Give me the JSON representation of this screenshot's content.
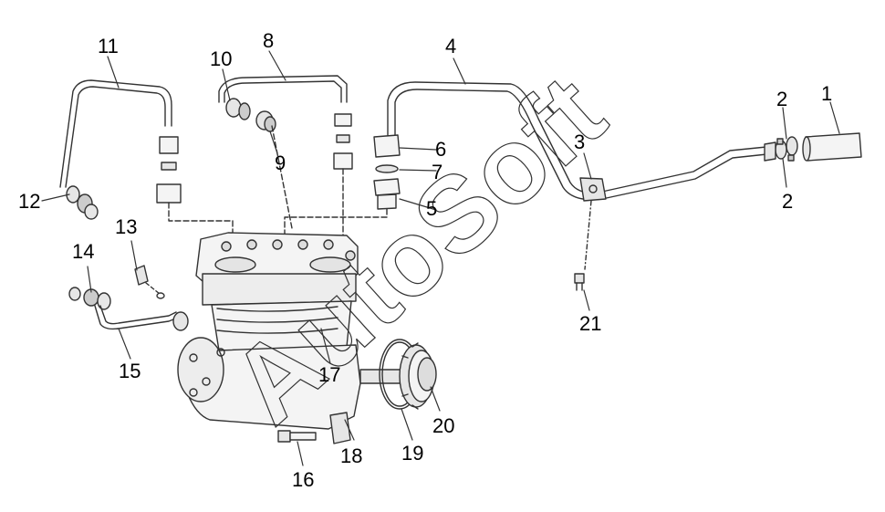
{
  "callouts": {
    "c1": "1",
    "c2a": "2",
    "c2b": "2",
    "c3": "3",
    "c4": "4",
    "c5": "5",
    "c6": "6",
    "c7": "7",
    "c8": "8",
    "c9": "9",
    "c10": "10",
    "c11": "11",
    "c12": "12",
    "c13": "13",
    "c14": "14",
    "c15": "15",
    "c16": "16",
    "c17": "17",
    "c18": "18",
    "c19": "19",
    "c20": "20",
    "c21": "21"
  },
  "watermark": {
    "text": "AutoSoft"
  },
  "colors": {
    "line": "#333333",
    "part_fill": "#f4f4f4",
    "shade": "#d8d8d8",
    "text": "#000000"
  }
}
